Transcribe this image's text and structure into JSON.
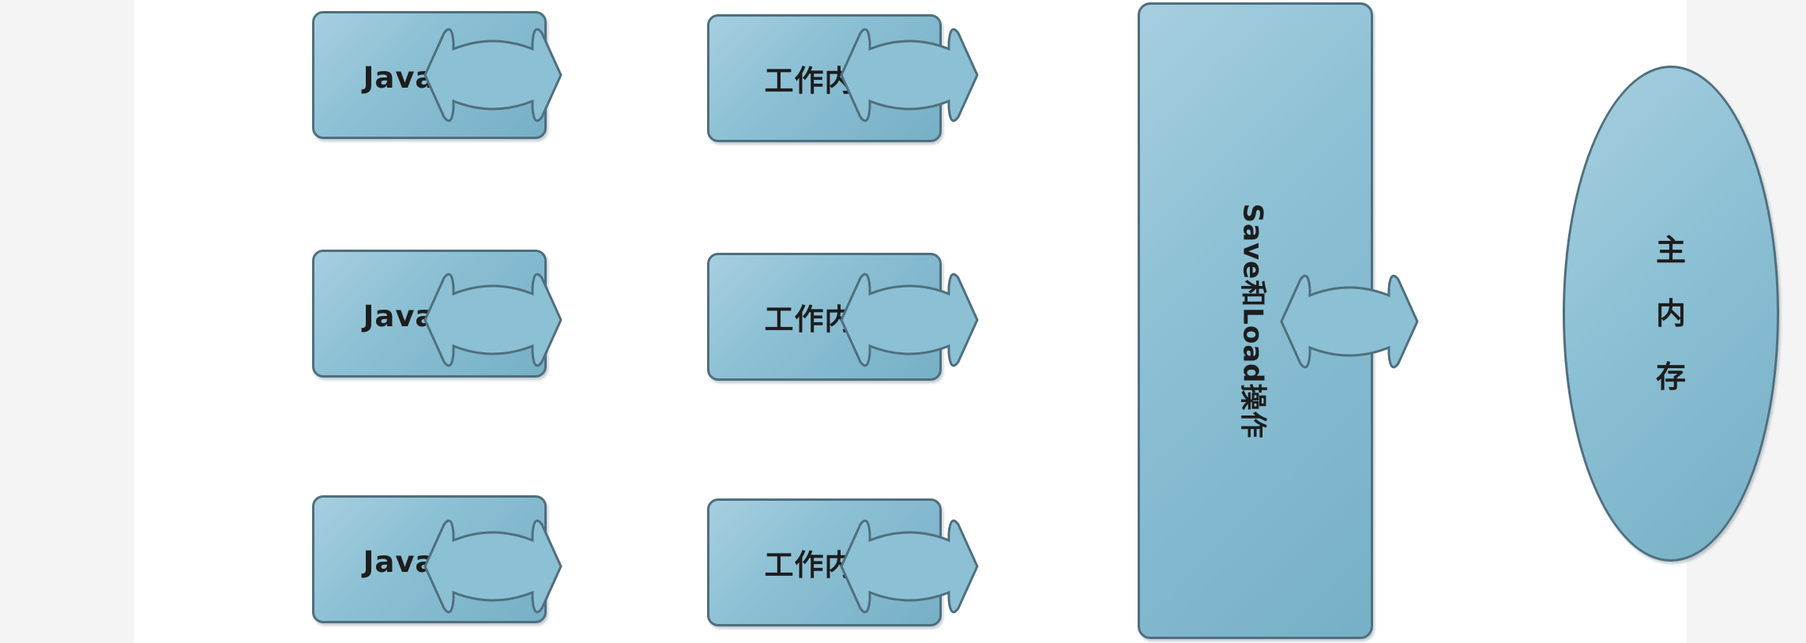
{
  "diagram": {
    "threads": [
      {
        "thread_label": "Java线程",
        "work_memory_label": "工作内存"
      },
      {
        "thread_label": "Java线程",
        "work_memory_label": "工作内存"
      },
      {
        "thread_label": "Java线程",
        "work_memory_label": "工作内存"
      }
    ],
    "save_load_label": "Save和Load操作",
    "main_memory_chars": [
      "主",
      "内",
      "存"
    ],
    "colors": {
      "fill": "#8cc0d4",
      "stroke": "#4f6f7e"
    }
  }
}
